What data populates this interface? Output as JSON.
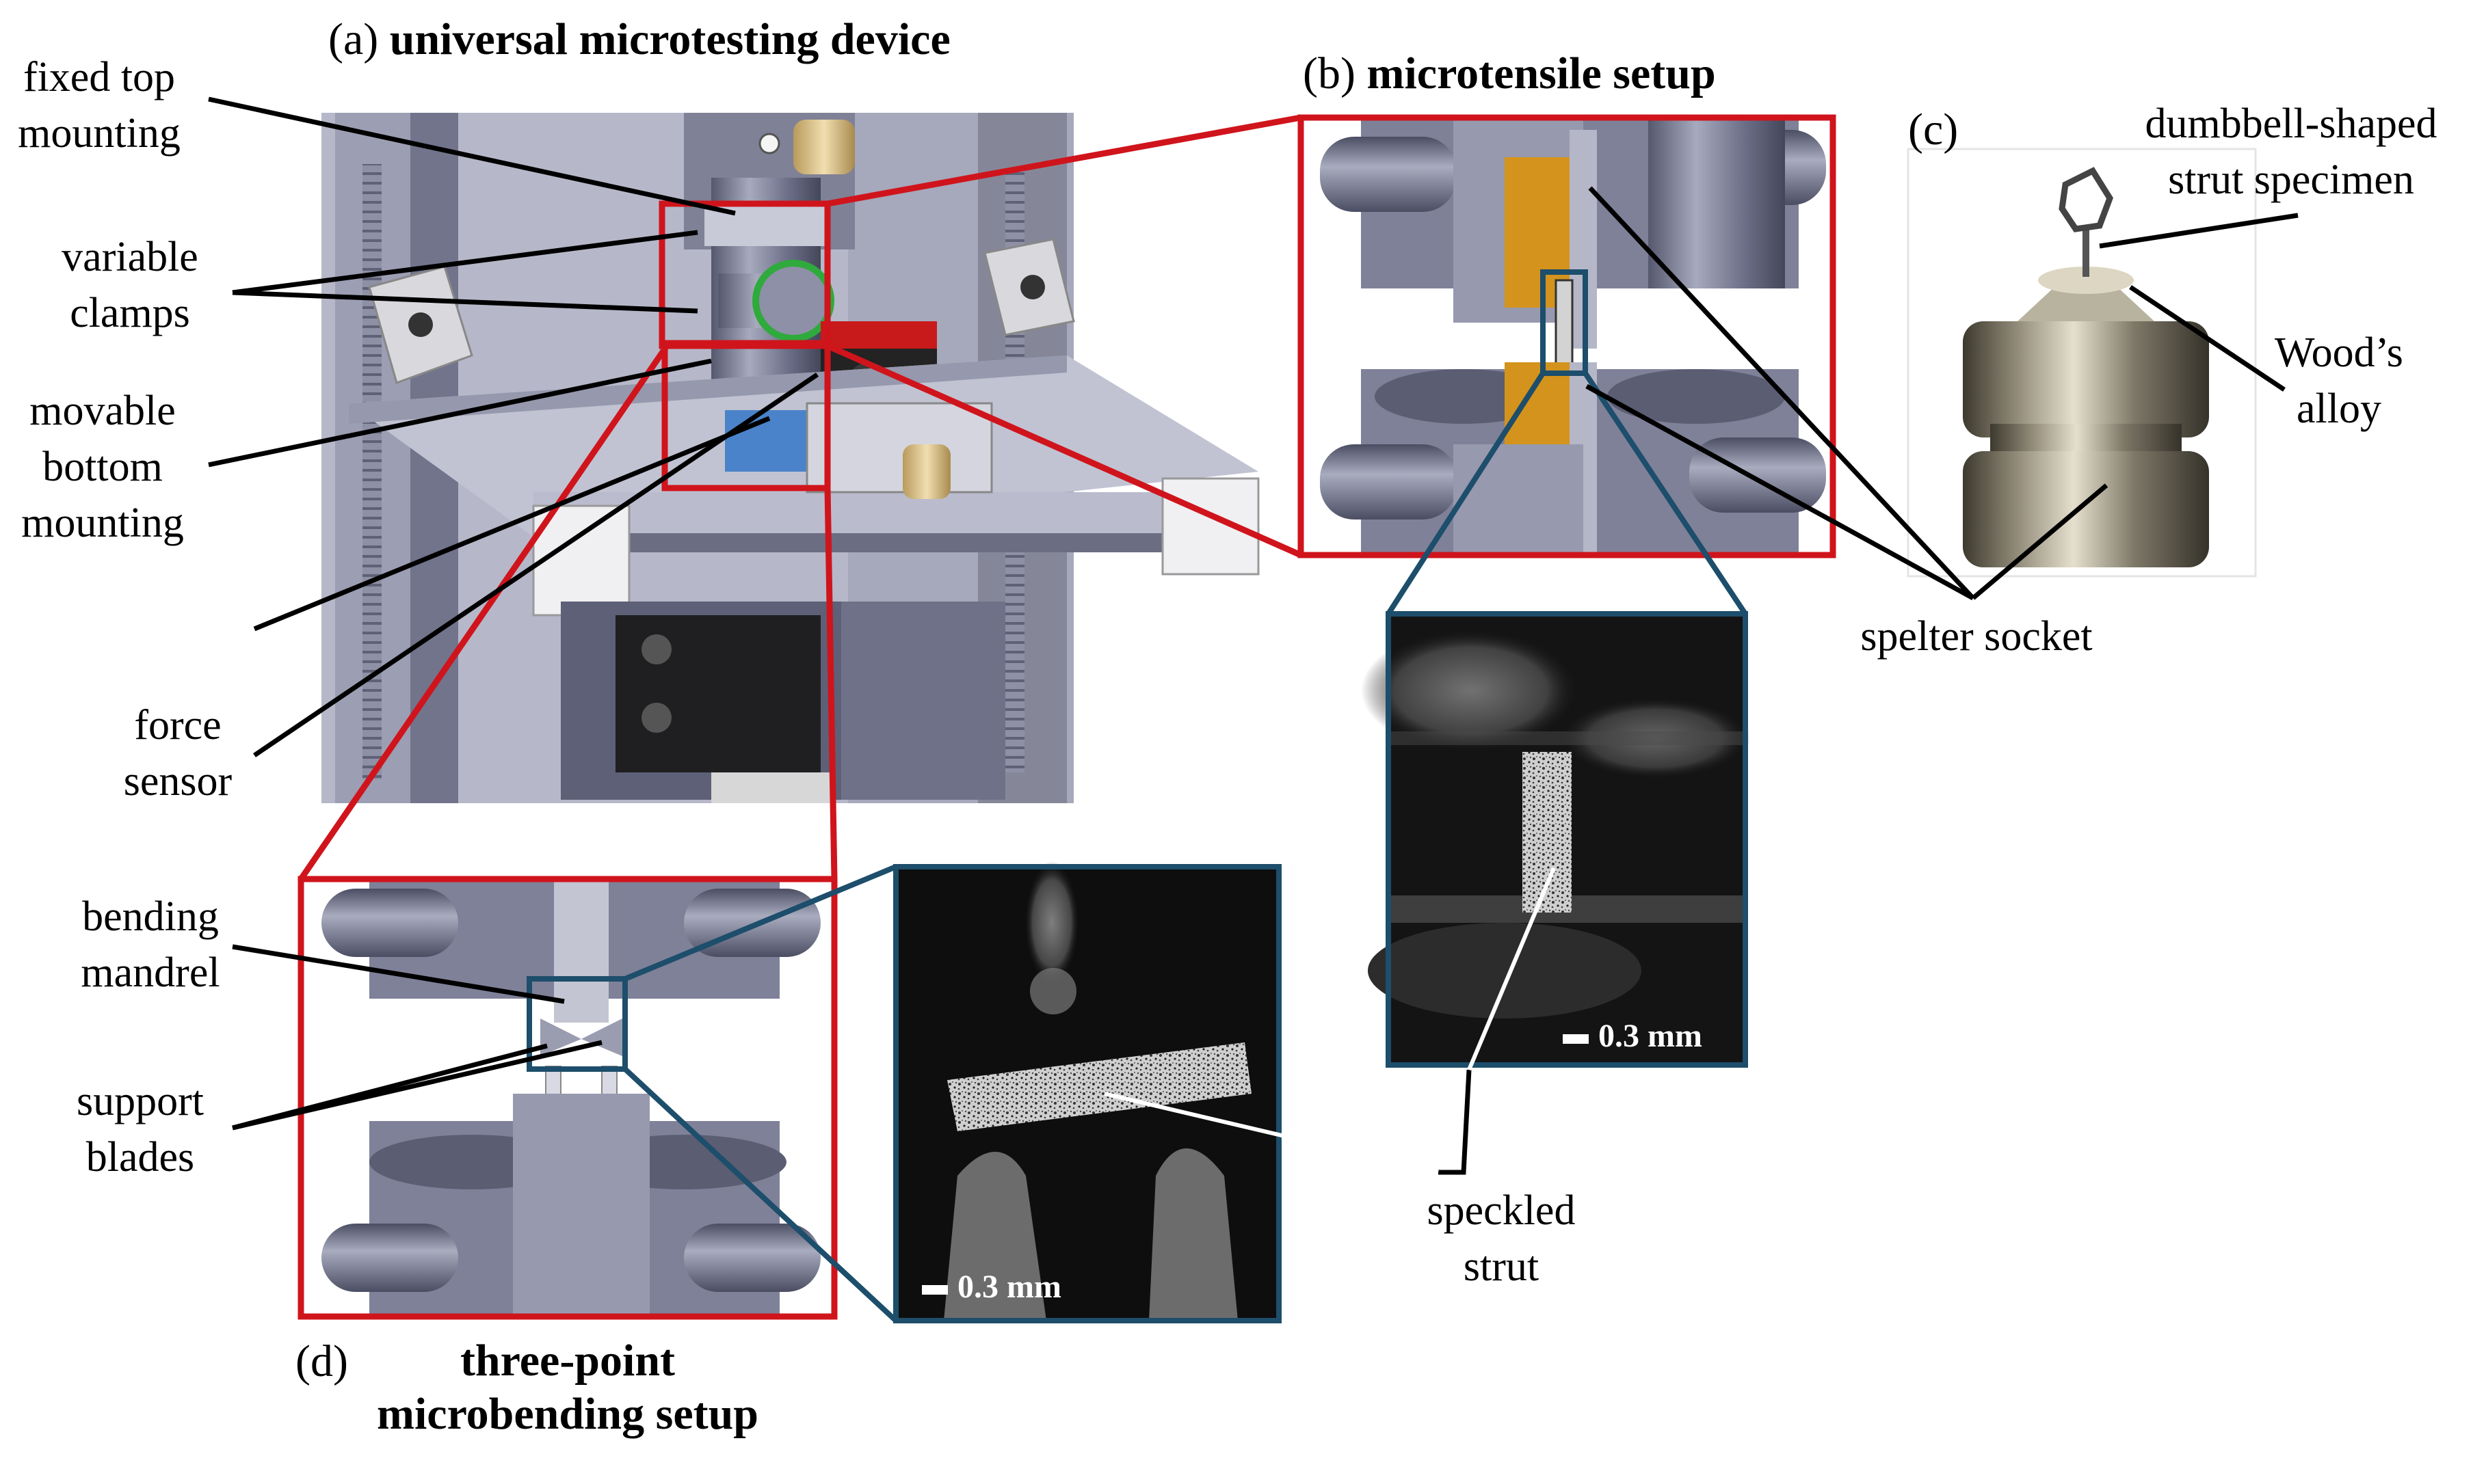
{
  "panels": {
    "a": {
      "letter": "(a)",
      "title": "universal microtesting device"
    },
    "b": {
      "letter": "(b)",
      "title": "microtensile setup"
    },
    "c": {
      "letter": "(c)"
    },
    "d": {
      "letter": "(d)",
      "title_line1": "three-point",
      "title_line2": "microbending setup"
    }
  },
  "labels": {
    "fixed_top_mounting": [
      "fixed top",
      "mounting"
    ],
    "variable_clamps": [
      "variable",
      "clamps"
    ],
    "movable_bottom_mounting": [
      "movable",
      "bottom",
      "mounting"
    ],
    "force_sensor": [
      "force",
      "sensor"
    ],
    "dumbbell_specimen": [
      "dumbbell-shaped",
      "strut specimen"
    ],
    "woods_alloy": [
      "Wood’s",
      "alloy"
    ],
    "spelter_socket": [
      "spelter socket"
    ],
    "bending_mandrel": [
      "bending",
      "mandrel"
    ],
    "support_blades": [
      "support",
      "blades"
    ],
    "speckled_strut": [
      "speckled",
      "strut"
    ]
  },
  "scale_bars": {
    "tensile": "0.3 mm",
    "bending": "0.3 mm"
  },
  "colors": {
    "zoom_red": "#d0141c",
    "zoom_blue": "#1d4e6b",
    "metal": "#7a7d98",
    "sensor_blue": "#4a83c9",
    "solder_orange": "#d4931c"
  }
}
